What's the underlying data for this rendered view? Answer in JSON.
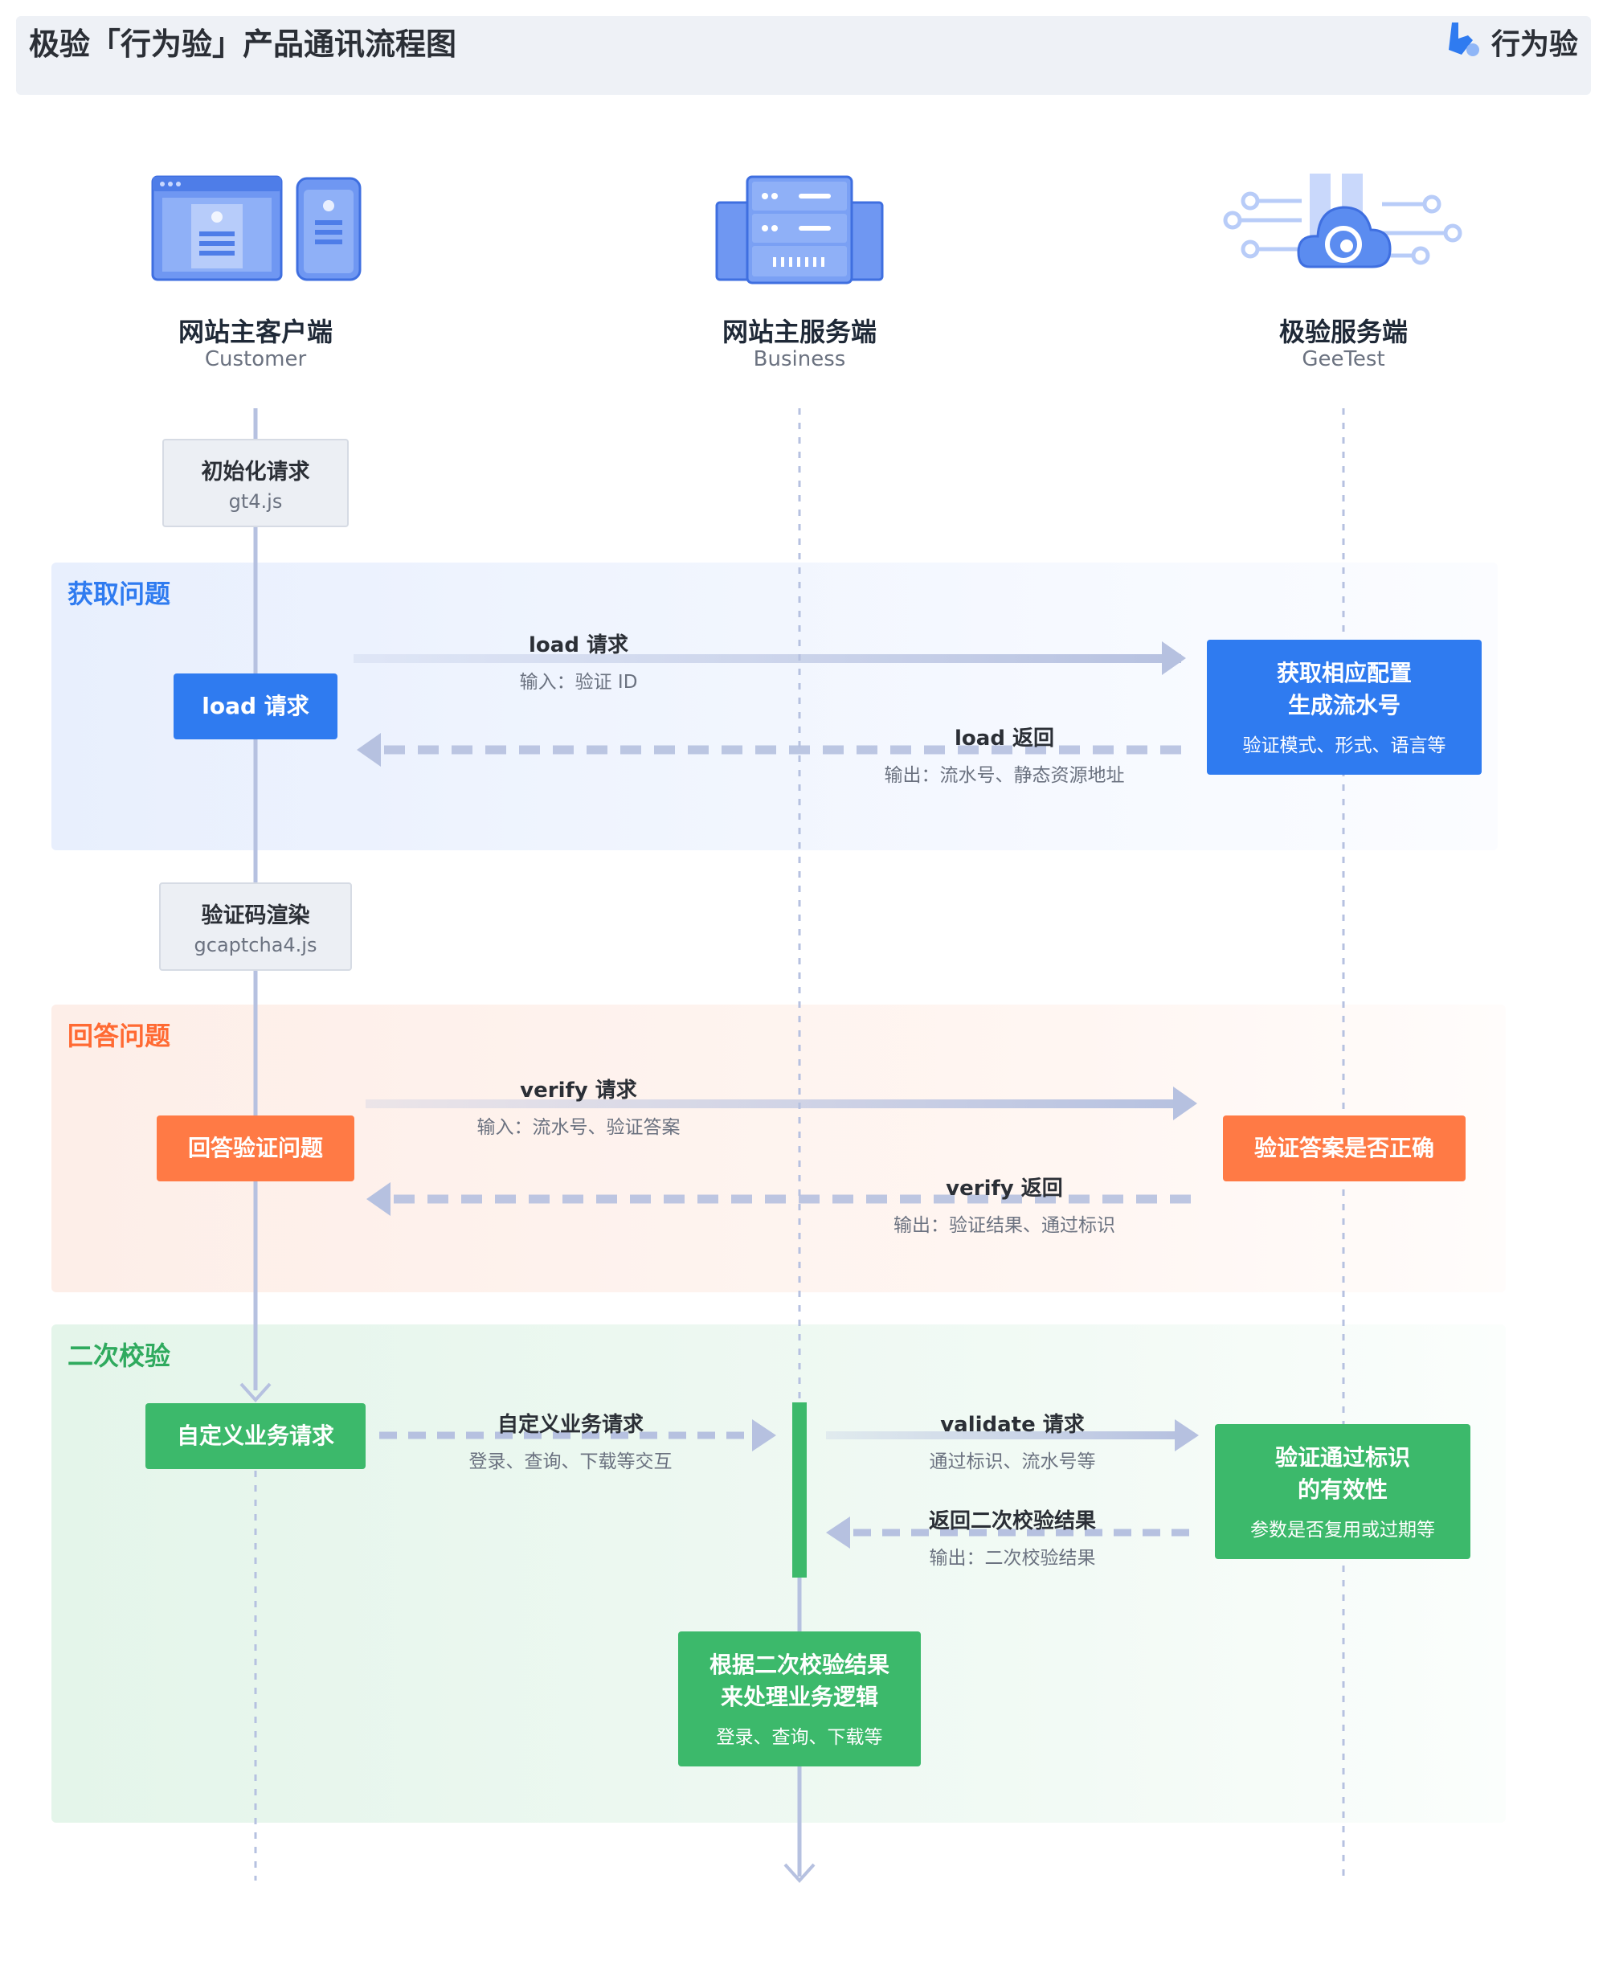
{
  "header": {
    "title": "极验「行为验」产品通讯流程图",
    "brand": "行为验"
  },
  "actors": [
    {
      "title": "网站主客户端",
      "subtitle": "Customer"
    },
    {
      "title": "网站主服务端",
      "subtitle": "Business"
    },
    {
      "title": "极验服务端",
      "subtitle": "GeeTest"
    }
  ],
  "steps": {
    "init": {
      "title": "初始化请求",
      "sub": "gt4.js"
    },
    "render": {
      "title": "验证码渲染",
      "sub": "gcaptcha4.js"
    }
  },
  "sections": {
    "get_question": {
      "title": "获取问题",
      "client_box": "load 请求",
      "server_box": {
        "line1": "获取相应配置",
        "line2": "生成流水号",
        "sub": "验证模式、形式、语言等"
      },
      "request": {
        "label": "load 请求",
        "sub": "输入：验证 ID"
      },
      "response": {
        "label": "load 返回",
        "sub": "输出：流水号、静态资源地址"
      }
    },
    "answer": {
      "title": "回答问题",
      "client_box": "回答验证问题",
      "server_box": "验证答案是否正确",
      "request": {
        "label": "verify 请求",
        "sub": "输入：流水号、验证答案"
      },
      "response": {
        "label": "verify 返回",
        "sub": "输出：验证结果、通过标识"
      }
    },
    "second_check": {
      "title": "二次校验",
      "client_box": "自定义业务请求",
      "custom_request": {
        "label": "自定义业务请求",
        "sub": "登录、查询、下载等交互"
      },
      "validate_request": {
        "label": "validate 请求",
        "sub": "通过标识、流水号等"
      },
      "validate_response": {
        "label": "返回二次校验结果",
        "sub": "输出：二次校验结果"
      },
      "server_box": {
        "line1": "验证通过标识",
        "line2": "的有效性",
        "sub": "参数是否复用或过期等"
      },
      "business_box": {
        "line1": "根据二次校验结果",
        "line2": "来处理业务逻辑",
        "sub": "登录、查询、下载等"
      }
    }
  },
  "colors": {
    "blue": "#2f7bf0",
    "orange": "#ff7a45",
    "green": "#3cb96b",
    "line": "#b6c1e0"
  }
}
